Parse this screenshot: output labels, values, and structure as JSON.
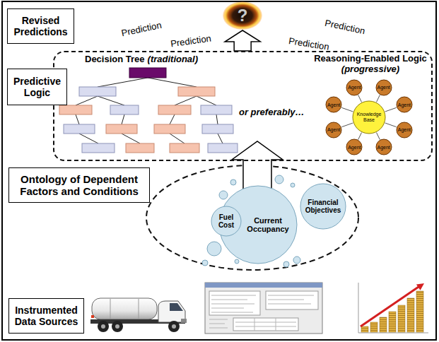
{
  "diagram": {
    "nodes": [
      {
        "text": [
          "Revised Predictions"
        ]
      },
      {
        "text": [
          "?"
        ]
      },
      {
        "text": [
          "Predictive Logic"
        ]
      },
      {
        "text": [
          "Decision Tree",
          "(traditional)",
          "or preferably…",
          "Reasoning-Enabled Logic",
          "(progressive)"
        ]
      },
      {
        "text": [
          "Knowledge Base"
        ],
        "in": 3
      },
      {
        "text": [
          "Agent"
        ],
        "in": 3
      },
      {
        "text": [
          "Agent"
        ],
        "in": 3
      },
      {
        "text": [
          "Agent"
        ],
        "in": 3
      },
      {
        "text": [
          "Agent"
        ],
        "in": 3
      },
      {
        "text": [
          "Agent"
        ],
        "in": 3
      },
      {
        "text": [
          "Agent"
        ],
        "in": 3
      },
      {
        "text": [
          "Agent"
        ],
        "in": 3
      },
      {
        "text": [
          "Agent"
        ],
        "in": 3
      },
      {
        "text": [
          "Ontology of Dependent Factors and Conditions"
        ]
      },
      {
        "text": [
          "Fuel Cost"
        ]
      },
      {
        "text": [
          "Current Occupancy"
        ]
      },
      {
        "text": [
          "Financial Objectives"
        ]
      },
      {
        "text": [
          "Instrumented Data Sources"
        ]
      }
    ],
    "edges": [
      {
        "from": 3,
        "to": 1,
        "arrow": "to"
      },
      {
        "from": 4,
        "to": 5,
        "arrow": "none"
      },
      {
        "from": 4,
        "to": 6,
        "arrow": "none"
      },
      {
        "from": 4,
        "to": 7,
        "arrow": "none"
      },
      {
        "from": 4,
        "to": 8,
        "arrow": "none"
      },
      {
        "from": 4,
        "to": 9,
        "arrow": "none"
      },
      {
        "from": 4,
        "to": 10,
        "arrow": "none"
      },
      {
        "from": 4,
        "to": 11,
        "arrow": "none"
      },
      {
        "from": 4,
        "to": 12,
        "arrow": "none"
      }
    ],
    "labels": [
      "Prediction",
      "Prediction",
      "Prediction",
      "Prediction"
    ]
  }
}
